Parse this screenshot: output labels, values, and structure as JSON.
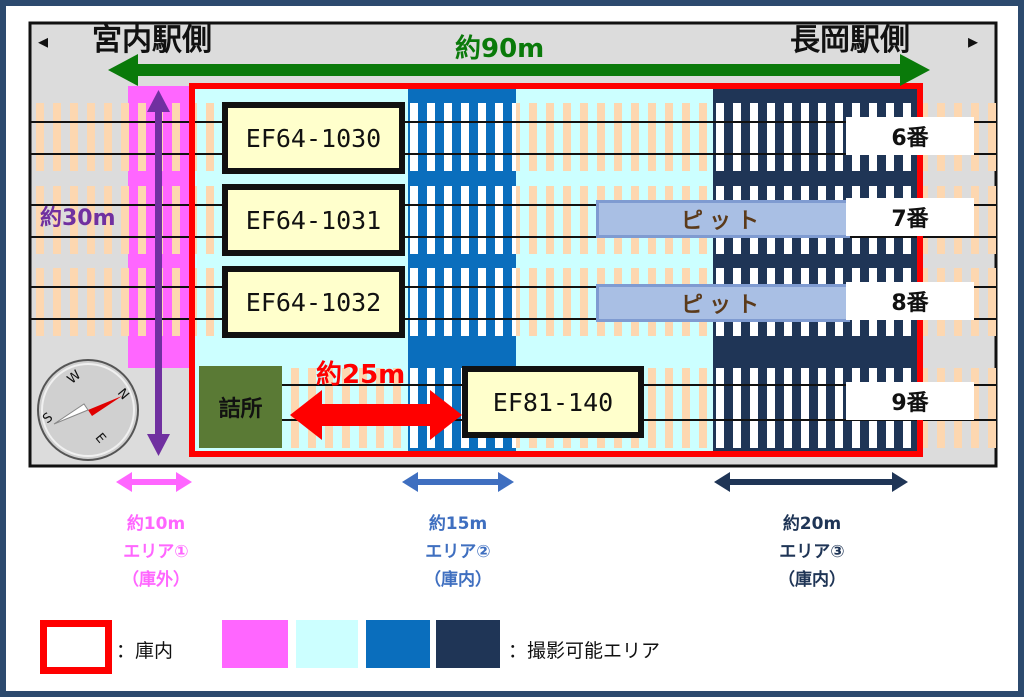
{
  "header": {
    "left_arrow": "◂",
    "left_station": "宮内駅側",
    "right_station": "長岡駅側",
    "right_arrow": "▸"
  },
  "lengths": {
    "total": "約90m",
    "width": "約30m",
    "office_gap": "約25m"
  },
  "locomotives": [
    {
      "label": "EF64-1030"
    },
    {
      "label": "EF64-1031"
    },
    {
      "label": "EF64-1032"
    },
    {
      "label": "EF81-140"
    }
  ],
  "tracks": [
    "6番",
    "7番",
    "8番",
    "9番"
  ],
  "pits": [
    "ピット",
    "ピット"
  ],
  "office": "詰所",
  "compass": {
    "n": "N",
    "e": "E",
    "s": "S",
    "w": "W"
  },
  "areas": [
    {
      "size": "約10m",
      "name": "エリア①",
      "note": "（庫外）",
      "color": "#ff66ff"
    },
    {
      "size": "約15m",
      "name": "エリア②",
      "note": "（庫内）",
      "color": "#3f6fc0"
    },
    {
      "size": "約20m",
      "name": "エリア③",
      "note": "（庫内）",
      "color": "#1f3556"
    }
  ],
  "legend": {
    "depot_label": "：庫内",
    "photo_label": "：撮影可能エリア"
  },
  "colors": {
    "depot_border": "#ff0000",
    "area1": "#ff66ff",
    "area_light": "#ccffff",
    "area2": "#0a6ebd",
    "area3": "#1f3556",
    "total_arrow": "#0a7a0a",
    "width_arrow": "#7030a0",
    "gap_arrow": "#ff0000",
    "sleeper": "#fdd7b0"
  }
}
